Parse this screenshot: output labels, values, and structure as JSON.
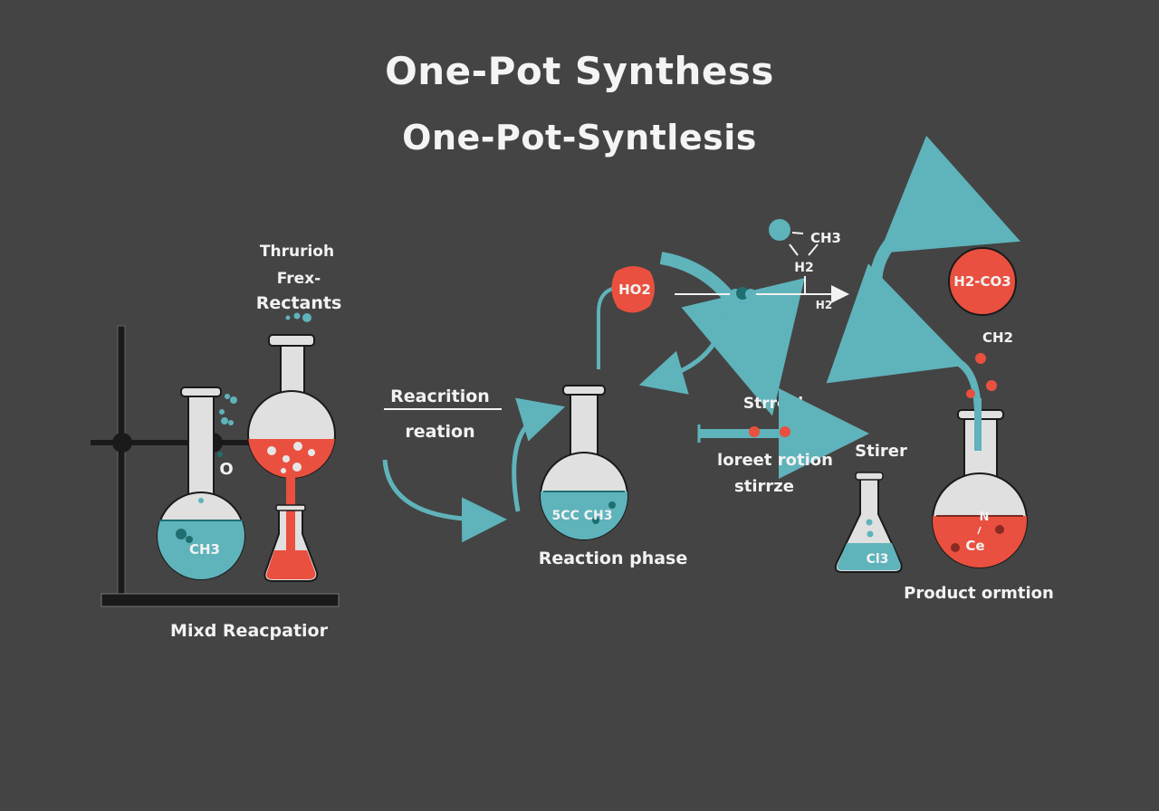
{
  "title": "One-Pot Synthess",
  "subtitle": "One-Pot-Syntlesis",
  "colors": {
    "background": "#444444",
    "teal": "#5fb3bb",
    "teal_dark": "#1f6f70",
    "red": "#e9503f",
    "glass": "#e0e0e0",
    "outline": "#1a1a1a",
    "text": "#f2f2f2"
  },
  "stage_reactants": {
    "label_lines": [
      "Thrurioh",
      "Frex-",
      "Rectants"
    ],
    "left_flask_formula": "CH3",
    "side_atom": "O",
    "caption": "Mixd Reacpatior"
  },
  "stage_reaction": {
    "arrow_label_top": "Reacrition",
    "arrow_label_bottom": "reation",
    "flask_formula": "5CC CH3",
    "caption": "Reaction phase",
    "bubble_label": "HO2",
    "molecule_label": "CH3",
    "molecule_h_label": "H2",
    "line_end_label": "H2"
  },
  "stage_stirring": {
    "label_top": "Strroel",
    "label_bottom_lines": [
      "loreet rotion",
      "stirrze"
    ],
    "stirrer_label": "Stirer",
    "flask_formula": "Cl3"
  },
  "stage_product": {
    "bubble_label": "H2-CO3",
    "gas_label": "CH2",
    "flask_formula_top": "N",
    "flask_formula_bottom": "Ce",
    "caption": "Product ormtion"
  }
}
